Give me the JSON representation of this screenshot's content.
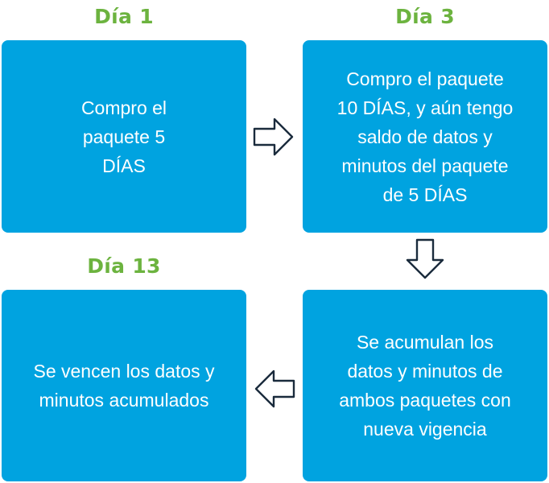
{
  "labels": {
    "day1": "Día 1",
    "day3": "Día 3",
    "day13": "Día 13"
  },
  "boxes": {
    "box1": "Compro el\npaquete 5\nDÍAS",
    "box2": "Compro el paquete\n10 DÍAS, y aún tengo\nsaldo de datos y\nminutos del paquete\nde 5 DÍAS",
    "box3": "Se acumulan los\ndatos y minutos de\nambos paquetes con\nnueva vigencia",
    "box4": "Se vencen los datos y\nminutos acumulados"
  },
  "colors": {
    "box_fill": "#00a3e0",
    "label_green": "#6cb33f",
    "arrow_stroke": "#1a2b3c"
  },
  "icons": {
    "arrow_1_to_2": "arrow-right-icon",
    "arrow_2_to_3": "arrow-down-icon",
    "arrow_3_to_4": "arrow-left-icon"
  }
}
